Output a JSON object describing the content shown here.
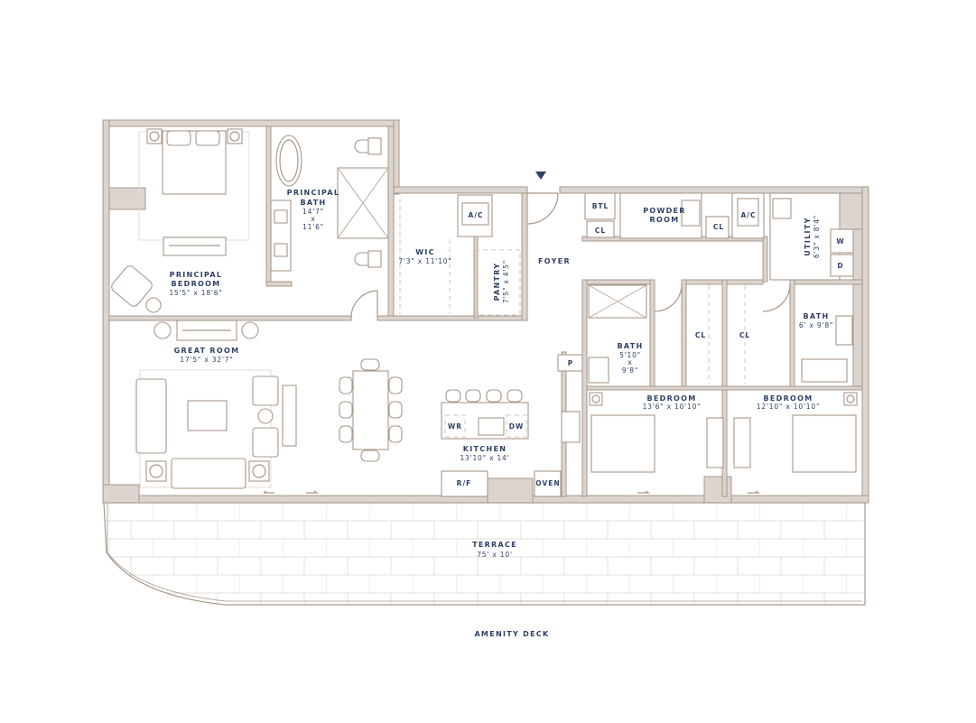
{
  "colors": {
    "wall": "#dcd5cf",
    "line": "#a89888",
    "label": "#2e4166"
  },
  "rooms": {
    "principal_bedroom": {
      "name_1": "PRINCIPAL",
      "name_2": "BEDROOM",
      "dims": "15'5\" x 18'6\""
    },
    "principal_bath": {
      "name_1": "PRINCIPAL",
      "name_2": "BATH",
      "dims_1": "14'7\"",
      "dims_x": "x",
      "dims_2": "11'6\""
    },
    "wic": {
      "name": "WIC",
      "dims": "7'3\" x 11'10\""
    },
    "pantry": {
      "name": "PANTRY",
      "dims": "7'5\" x 4'5\""
    },
    "foyer": {
      "name": "FOYER"
    },
    "great_room": {
      "name": "GREAT ROOM",
      "dims": "17'5\" x 32'7\""
    },
    "kitchen": {
      "name": "KITCHEN",
      "dims": "13'10\" x 14'"
    },
    "powder_room": {
      "name_1": "POWDER",
      "name_2": "ROOM"
    },
    "utility": {
      "name": "UTILITY",
      "dims": "6'3\" x 8'4\""
    },
    "bath_2": {
      "name": "BATH",
      "dims_1": "5'10\"",
      "dims_x": "x",
      "dims_2": "9'8\""
    },
    "bath_3": {
      "name": "BATH",
      "dims": "6' x 9'8\""
    },
    "bedroom_2": {
      "name": "BEDROOM",
      "dims": "13'6\" x 10'10\""
    },
    "bedroom_3": {
      "name": "BEDROOM",
      "dims": "12'10\" x 10'10\""
    },
    "terrace": {
      "name": "TERRACE",
      "dims": "75' x 10'"
    }
  },
  "fixtures": {
    "ac": "A/C",
    "btl": "BTL",
    "cl": "CL",
    "w": "W",
    "d": "D",
    "p": "P",
    "wr": "WR",
    "dw": "DW",
    "rf": "R/F",
    "oven": "OVEN"
  },
  "outside": {
    "amenity_deck": "AMENITY DECK"
  },
  "icons": {
    "entry": "entry-arrow-icon"
  }
}
